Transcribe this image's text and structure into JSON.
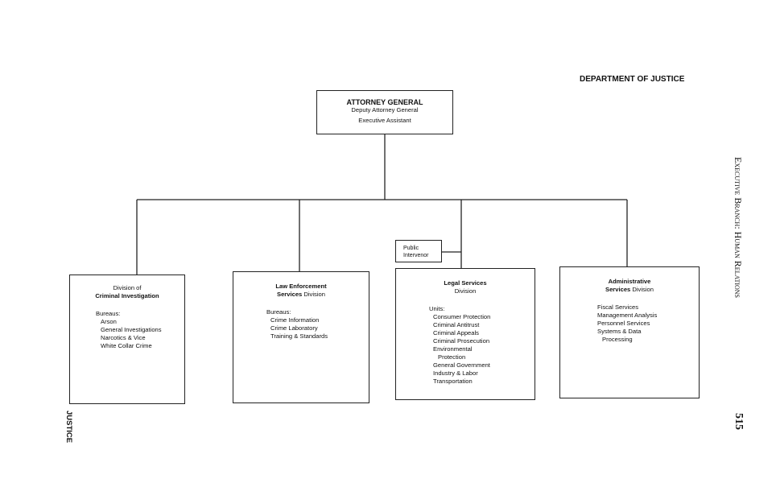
{
  "header": "DEPARTMENT OF JUSTICE",
  "side_title": "Executive Branch: Human Relations",
  "page_number": "515",
  "footer_tab": "JUSTICE",
  "top": {
    "title": "ATTORNEY GENERAL",
    "line2": "Deputy Attorney General",
    "line3": "Executive Assistant"
  },
  "public_intervenor": {
    "line1": "Public",
    "line2": "Intervenor"
  },
  "divisions": [
    {
      "title1": "Division of",
      "title2": "Criminal Investigation",
      "list_label": "Bureaus:",
      "items": [
        "Arson",
        "General Investigations",
        "Narcotics & Vice",
        "White Collar Crime"
      ]
    },
    {
      "title1": "Law Enforcement",
      "title2a": "Services",
      "title2b": "Division",
      "list_label": "Bureaus:",
      "items": [
        "Crime Information",
        "Crime Laboratory",
        "Training & Standards"
      ]
    },
    {
      "title1": "Legal Services",
      "title2": "Division",
      "list_label": "Units:",
      "items": [
        "Consumer Protection",
        "Criminal Antitrust",
        "Criminal Appeals",
        "Criminal Prosecution",
        "Environmental",
        "Protection",
        "General Government",
        "Industry & Labor",
        "Transportation"
      ]
    },
    {
      "title1": "Administrative",
      "title2a": "Services",
      "title2b": "Division",
      "items": [
        "Fiscal Services",
        "Management Analysis",
        "Personnel Services",
        "Systems & Data",
        "Processing"
      ]
    }
  ]
}
